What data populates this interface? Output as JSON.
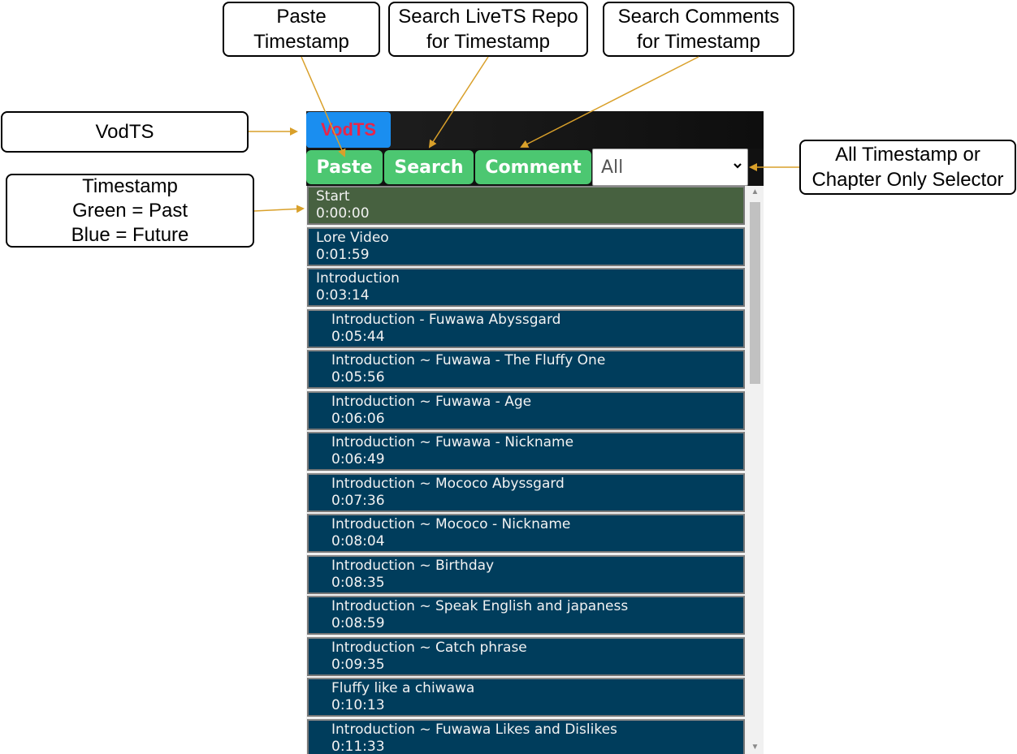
{
  "callouts": {
    "paste": [
      "Paste",
      "Timestamp"
    ],
    "search": [
      "Search LiveTS Repo",
      "for Timestamp"
    ],
    "comment": [
      "Search Comments",
      "for Timestamp"
    ],
    "vodts": [
      "VodTS"
    ],
    "selector": [
      "All Timestamp or",
      "Chapter Only Selector"
    ],
    "timestamp": [
      "Timestamp",
      "Green = Past",
      "Blue = Future"
    ]
  },
  "app": {
    "logo": "VodTS"
  },
  "toolbar": {
    "paste_label": "Paste",
    "search_label": "Search",
    "comment_label": "Comment",
    "selector_value": "All"
  },
  "timestamps": [
    {
      "title": "Start",
      "time": "0:00:00",
      "state": "past",
      "indent": false
    },
    {
      "title": "Lore Video",
      "time": "0:01:59",
      "state": "future",
      "indent": false
    },
    {
      "title": "Introduction",
      "time": "0:03:14",
      "state": "future",
      "indent": false
    },
    {
      "title": "Introduction - Fuwawa Abyssgard",
      "time": "0:05:44",
      "state": "future",
      "indent": true
    },
    {
      "title": "Introduction ~ Fuwawa - The Fluffy One",
      "time": "0:05:56",
      "state": "future",
      "indent": true
    },
    {
      "title": "Introduction ~ Fuwawa - Age",
      "time": "0:06:06",
      "state": "future",
      "indent": true
    },
    {
      "title": "Introduction ~ Fuwawa - Nickname",
      "time": "0:06:49",
      "state": "future",
      "indent": true
    },
    {
      "title": "Introduction ~ Mococo Abyssgard",
      "time": "0:07:36",
      "state": "future",
      "indent": true
    },
    {
      "title": "Introduction ~ Mococo - Nickname",
      "time": "0:08:04",
      "state": "future",
      "indent": true
    },
    {
      "title": "Introduction ~ Birthday",
      "time": "0:08:35",
      "state": "future",
      "indent": true
    },
    {
      "title": "Introduction ~ Speak English and japaness",
      "time": "0:08:59",
      "state": "future",
      "indent": true
    },
    {
      "title": "Introduction ~ Catch phrase",
      "time": "0:09:35",
      "state": "future",
      "indent": true
    },
    {
      "title": "Fluffy like a chiwawa",
      "time": "0:10:13",
      "state": "future",
      "indent": true
    },
    {
      "title": "Introduction ~ Fuwawa Likes and Dislikes",
      "time": "0:11:33",
      "state": "future",
      "indent": true
    }
  ],
  "colors": {
    "past": "#476140",
    "future": "#003d5c",
    "button_green": "#4cc771",
    "logo_blue": "#1a8ef0",
    "logo_text": "#e8254a",
    "arrow": "#d9a02a"
  },
  "icons": {
    "selector_arrow": "chevron-down-icon",
    "scroll_up": "triangle-up-icon",
    "scroll_down": "triangle-down-icon"
  }
}
